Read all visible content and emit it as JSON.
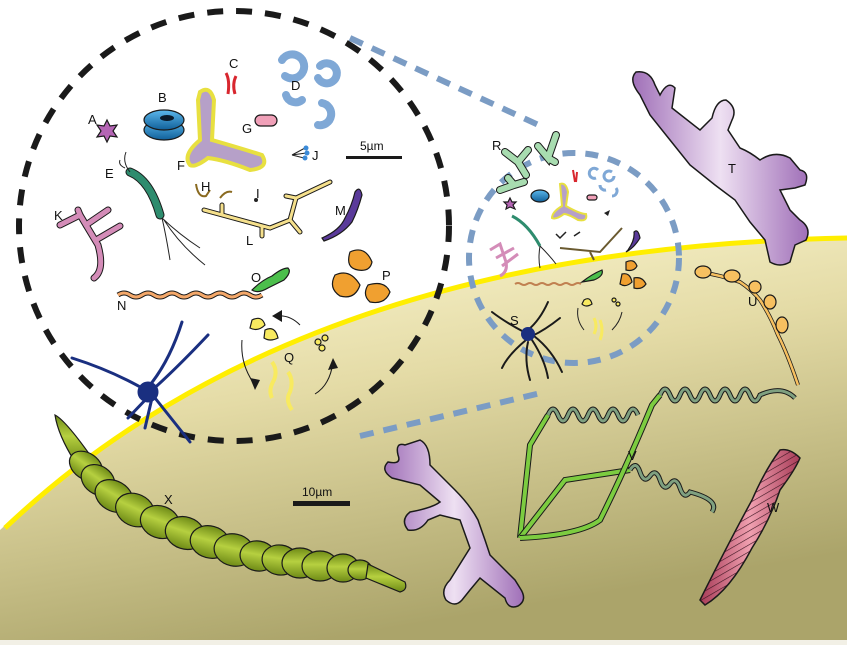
{
  "figure": {
    "scale_bars": {
      "inset": "5µm",
      "main": "10µm"
    },
    "labels": {
      "A": "A",
      "B": "B",
      "C": "C",
      "D": "D",
      "E": "E",
      "F": "F",
      "G": "G",
      "H": "H",
      "I": "I",
      "J": "J",
      "K": "K",
      "L": "L",
      "M": "M",
      "N": "N",
      "O": "O",
      "P": "P",
      "Q": "Q",
      "R": "R",
      "S": "S",
      "T": "T",
      "U": "U",
      "V": "V",
      "W": "W",
      "X": "X"
    },
    "colors": {
      "surface_line": "#ffee00",
      "ground_top": "#fbf6cf",
      "ground_bottom": "#aba46a",
      "zoom_outline_black": "#1a1a1a",
      "zoom_outline_blue": "#7b9cc4",
      "A_star": "#b565b5",
      "B_torus": "#1e88c8",
      "C_red": "#d8262e",
      "D_crescents": "#7fa8d6",
      "E_rod": "#2e8c6e",
      "F_tripod": "#b6a0c8",
      "G_pill": "#f0a0b8",
      "K_branch": "#d48cb8",
      "L_hyphae": "#f5e08c",
      "M_purple": "#5a3a9a",
      "N_spiral": "#f4a86a",
      "O_green": "#4cbf4c",
      "P_orange": "#f0a030",
      "Q_yellow": "#f8ea60",
      "R_Y_shapes": "#a8dcb0",
      "S_neuron": "#1a2f80",
      "T_branch": "#c49ad0",
      "U_chain": "#f7c060",
      "V_helix": "#7fa080",
      "V_stalk": "#7ccc40",
      "W_worm": "#c85870",
      "X_segmented": "#9ab82a"
    }
  }
}
